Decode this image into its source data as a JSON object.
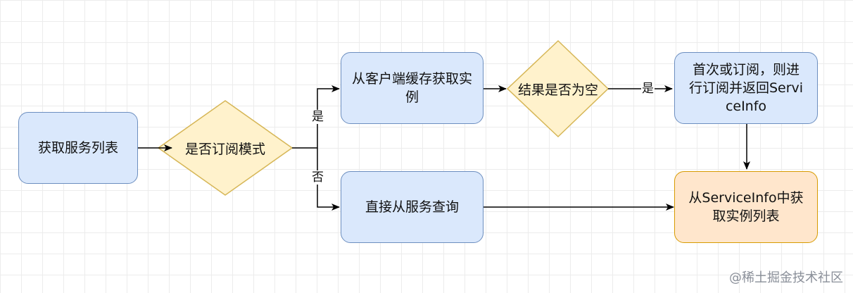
{
  "diagram": {
    "nodes": {
      "get_service_list": "获取服务列表",
      "is_subscribe_mode": "是否订阅模式",
      "get_from_client_cache": "从客户端缓存获取实例",
      "is_result_empty": "结果是否为空",
      "first_or_subscribe": "首次或订阅，则进行订阅并返回ServiceInfo",
      "query_from_service": "直接从服务查询",
      "get_instances_from_serviceinfo": "从ServiceInfo中获取实例列表"
    },
    "edge_labels": {
      "yes_to_cache": "是",
      "no_to_query": "否",
      "yes_to_subscribe": "是"
    },
    "colors": {
      "blue_fill": "#dae8fc",
      "blue_stroke": "#6c8ebf",
      "yellow_fill": "#fff2cc",
      "yellow_stroke": "#d6b656",
      "orange_fill": "#ffe6cc",
      "orange_stroke": "#d79b00",
      "edge": "#000000"
    }
  },
  "watermark": "@稀土掘金技术社区"
}
